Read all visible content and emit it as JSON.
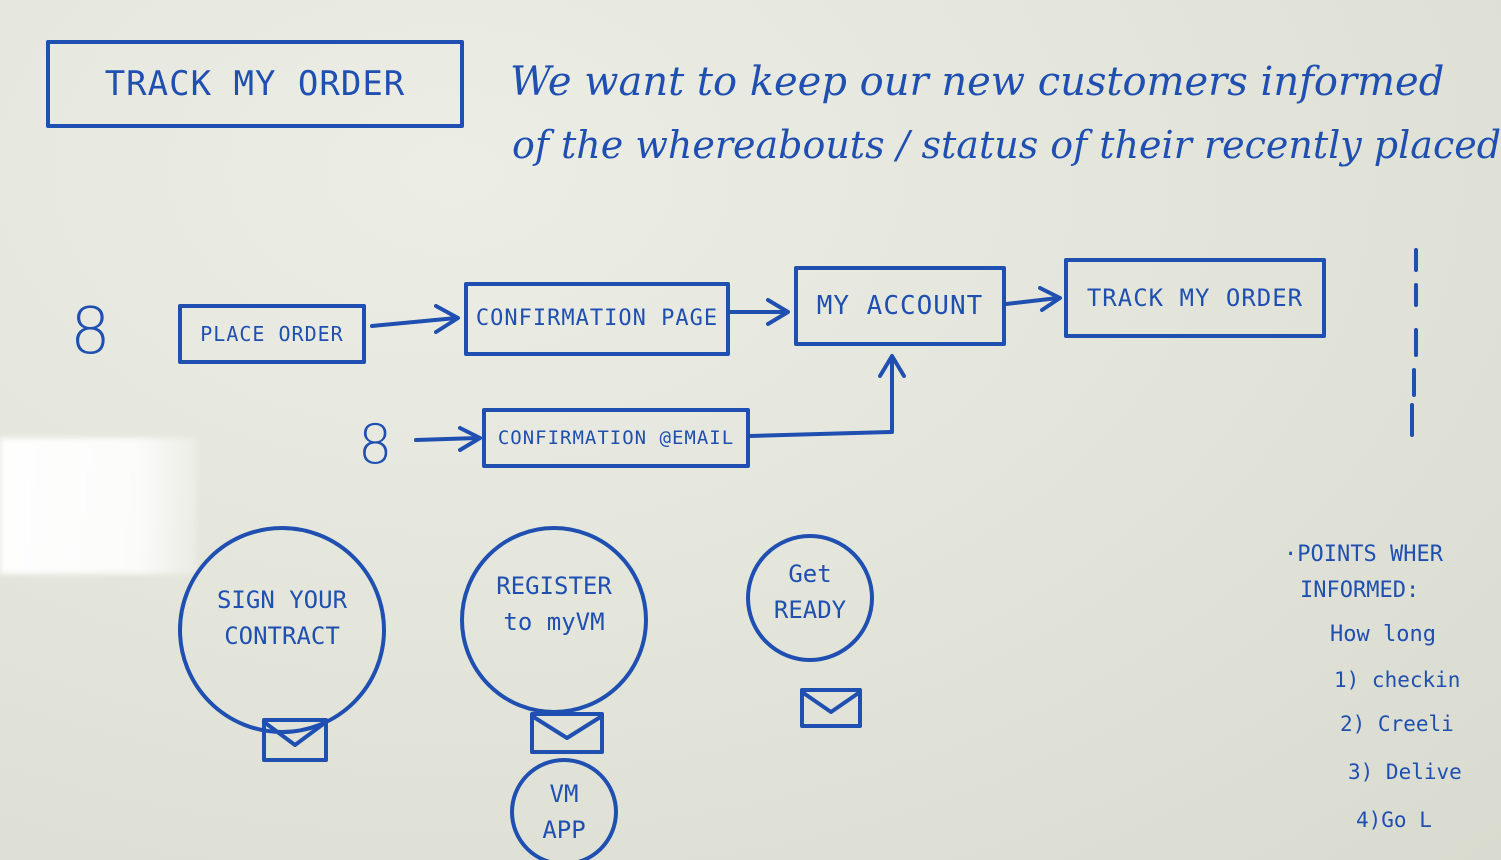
{
  "title_box": {
    "label": "TRACK MY ORDER"
  },
  "intro": {
    "line1": "We want to keep our new customers informed",
    "line2": "of the whereabouts / status of their recently placed"
  },
  "flow": {
    "count_top": "8",
    "count_bottom": "8",
    "nodes": {
      "place_order": "PLACE ORDER",
      "confirmation_page": "CONFIRMATION PAGE",
      "my_account": "MY ACCOUNT",
      "track_my_order": "TRACK MY ORDER",
      "confirmation_email": "CONFIRMATION @EMAIL"
    }
  },
  "circles": [
    {
      "line1": "SIGN YOUR",
      "line2": "CONTRACT"
    },
    {
      "line1": "REGISTER",
      "line2": "to myVM"
    },
    {
      "line1": "Get",
      "line2": "READY"
    },
    {
      "line1": "VM",
      "line2": "APP"
    }
  ],
  "icons": {
    "envelope": "envelope-icon"
  },
  "side_notes": {
    "line1": "·POINTS WHER",
    "line2": "INFORMED:",
    "line3": "How long",
    "item1": "1) checkin",
    "item2": "2) Creeli",
    "item3": "3) Delive",
    "item4": "4)Go L"
  },
  "colors": {
    "ink": "#1f4fb0",
    "board": "#e4e6dc"
  }
}
